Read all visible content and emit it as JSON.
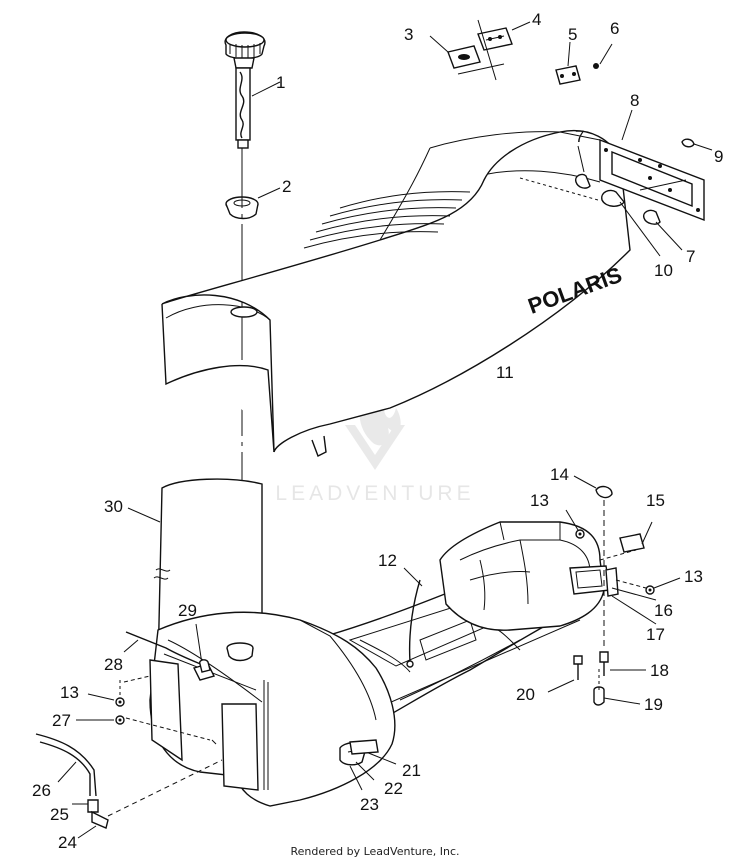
{
  "watermark": {
    "text": "LEADVENTURE"
  },
  "seat": {
    "brand_text": "POLARIS"
  },
  "callouts": [
    {
      "id": "c1",
      "text": "1"
    },
    {
      "id": "c2",
      "text": "2"
    },
    {
      "id": "c3",
      "text": "3"
    },
    {
      "id": "c4",
      "text": "4"
    },
    {
      "id": "c5",
      "text": "5"
    },
    {
      "id": "c6",
      "text": "6"
    },
    {
      "id": "c7a",
      "text": "7"
    },
    {
      "id": "c7b",
      "text": "7"
    },
    {
      "id": "c8",
      "text": "8"
    },
    {
      "id": "c9",
      "text": "9"
    },
    {
      "id": "c10",
      "text": "10"
    },
    {
      "id": "c11",
      "text": "11"
    },
    {
      "id": "c12",
      "text": "12"
    },
    {
      "id": "c13a",
      "text": "13"
    },
    {
      "id": "c13b",
      "text": "13"
    },
    {
      "id": "c13c",
      "text": "13"
    },
    {
      "id": "c14",
      "text": "14"
    },
    {
      "id": "c15",
      "text": "15"
    },
    {
      "id": "c16",
      "text": "16"
    },
    {
      "id": "c17",
      "text": "17"
    },
    {
      "id": "c18",
      "text": "18"
    },
    {
      "id": "c19",
      "text": "19"
    },
    {
      "id": "c20",
      "text": "20"
    },
    {
      "id": "c21",
      "text": "21"
    },
    {
      "id": "c22",
      "text": "22"
    },
    {
      "id": "c23",
      "text": "23"
    },
    {
      "id": "c24",
      "text": "24"
    },
    {
      "id": "c25",
      "text": "25"
    },
    {
      "id": "c26",
      "text": "26"
    },
    {
      "id": "c27",
      "text": "27"
    },
    {
      "id": "c28",
      "text": "28"
    },
    {
      "id": "c29",
      "text": "29"
    },
    {
      "id": "c30",
      "text": "30"
    }
  ],
  "footer": {
    "text": "Rendered by LeadVenture, Inc."
  }
}
